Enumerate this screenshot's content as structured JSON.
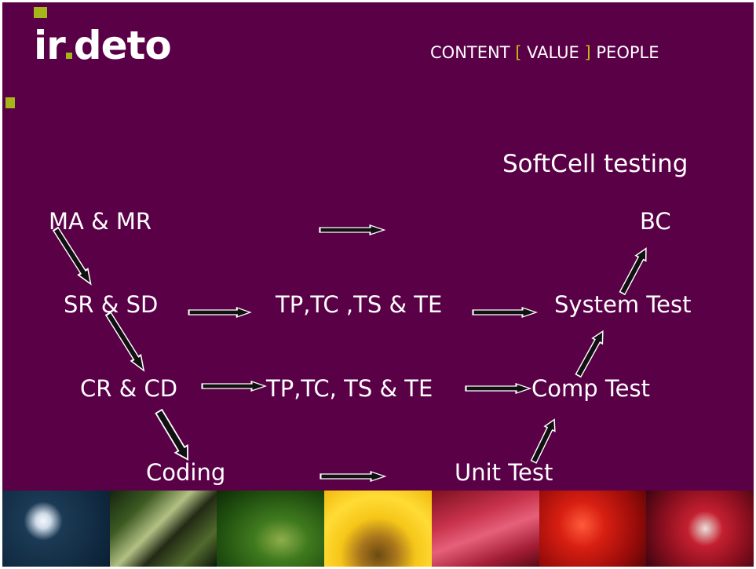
{
  "logo": {
    "text_left": "ir",
    "text_right": "deto"
  },
  "tagline": {
    "a": "CONTENT",
    "b_open": "[",
    "b": "VALUE",
    "b_close": "]",
    "c": "PEOPLE"
  },
  "subtitle": "SoftCell testing",
  "diagram": {
    "nodes": {
      "ma_mr": "MA & MR",
      "bc": "BC",
      "sr_sd": "SR & SD",
      "tp_mid": "TP,TC ,TS & TE",
      "system_test": "System Test",
      "cr_cd": "CR & CD",
      "tp_low": "TP,TC, TS & TE",
      "comp_test": "Comp Test",
      "coding": "Coding",
      "unit_test": "Unit Test"
    }
  },
  "colors": {
    "background": "#5a0047",
    "accent": "#a6b51a",
    "bracket": "#c4bd12",
    "text": "#ffffff"
  },
  "photo_strip": [
    "dandelion-seed",
    "caterpillar",
    "frog-on-leaf",
    "sunflower",
    "red-leaf",
    "red-berries",
    "red-fruit"
  ]
}
